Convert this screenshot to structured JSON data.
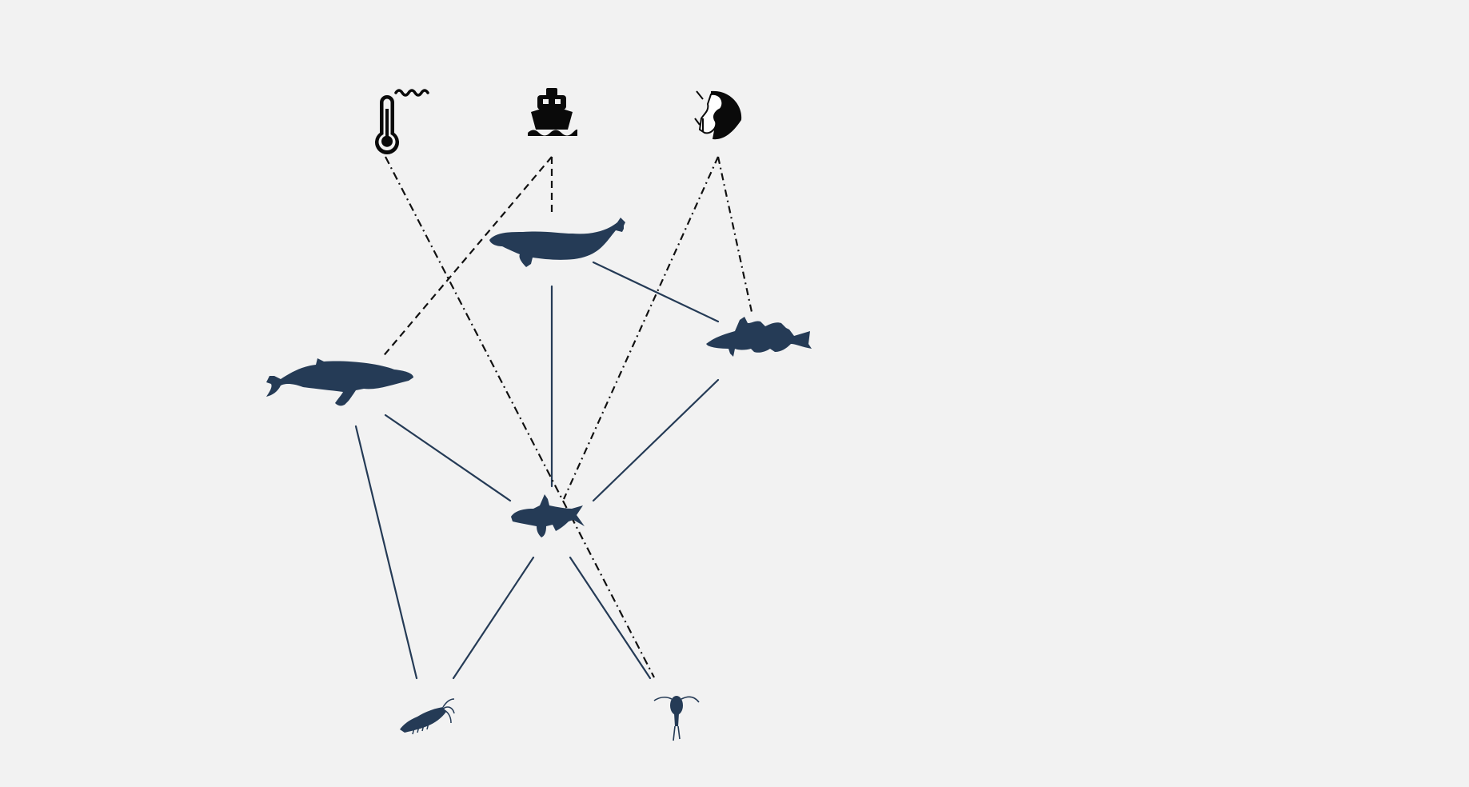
{
  "colors": {
    "background": "#f2f2f2",
    "trophic_link": "#253b56",
    "pressure_link": "#111111",
    "species": "#253b56",
    "stressor_icon": "#0a0a0a"
  },
  "stressors": [
    {
      "id": "warming",
      "icon": "thermometer-wave-icon"
    },
    {
      "id": "shipping",
      "icon": "ship-icon"
    },
    {
      "id": "fishing",
      "icon": "fishing-hook-icon"
    }
  ],
  "species": [
    {
      "id": "bowhead-whale",
      "icon": "bowhead-whale-silhouette"
    },
    {
      "id": "humpback-whale",
      "icon": "humpback-whale-silhouette"
    },
    {
      "id": "cod",
      "icon": "cod-silhouette"
    },
    {
      "id": "capelin",
      "icon": "capelin-silhouette"
    },
    {
      "id": "krill",
      "icon": "krill-silhouette"
    },
    {
      "id": "copepod",
      "icon": "copepod-silhouette"
    }
  ],
  "trophic_links": [
    {
      "from": "bowhead-whale",
      "to": "capelin"
    },
    {
      "from": "bowhead-whale",
      "to": "cod"
    },
    {
      "from": "humpback-whale",
      "to": "capelin"
    },
    {
      "from": "humpback-whale",
      "to": "krill"
    },
    {
      "from": "cod",
      "to": "capelin"
    },
    {
      "from": "capelin",
      "to": "krill"
    },
    {
      "from": "capelin",
      "to": "copepod"
    }
  ],
  "pressure_links": [
    {
      "from": "warming",
      "to": "copepod"
    },
    {
      "from": "shipping",
      "to": "humpback-whale"
    },
    {
      "from": "shipping",
      "to": "bowhead-whale"
    },
    {
      "from": "fishing",
      "to": "capelin"
    },
    {
      "from": "fishing",
      "to": "cod"
    }
  ]
}
